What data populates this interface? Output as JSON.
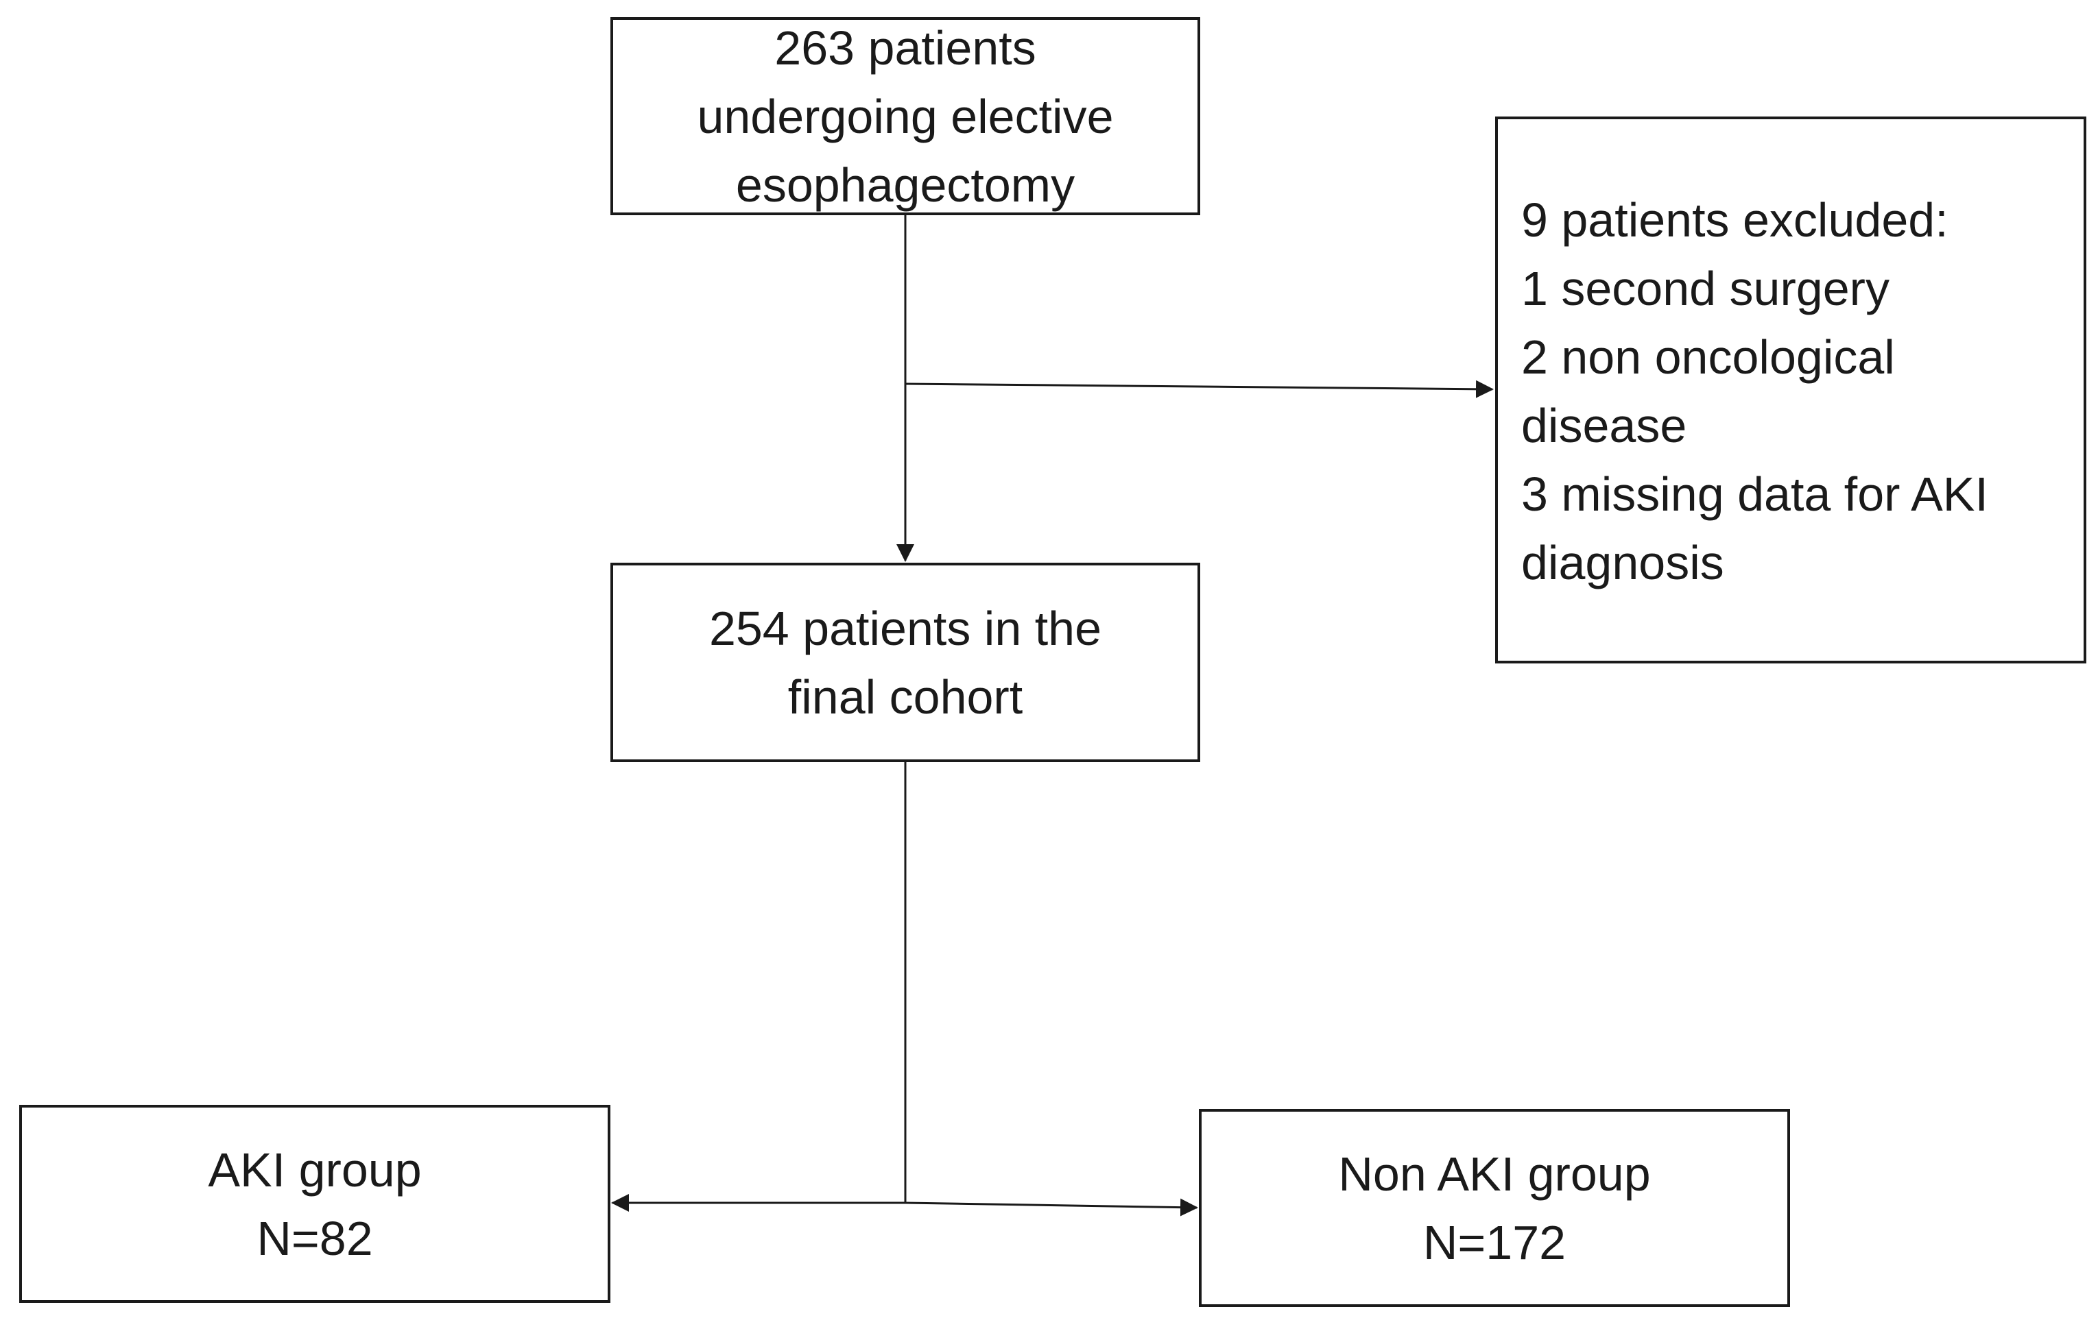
{
  "diagram": {
    "start": {
      "lines": [
        "263 patients",
        "undergoing elective",
        "esophagectomy"
      ]
    },
    "excluded": {
      "lines": [
        "9 patients excluded:",
        "1 second surgery",
        "2 non oncological",
        "disease",
        "3 missing data for AKI",
        "diagnosis"
      ]
    },
    "cohort": {
      "lines": [
        "254 patients in the",
        "final cohort"
      ]
    },
    "aki": {
      "lines": [
        "AKI group",
        "N=82"
      ]
    },
    "non_aki": {
      "lines": [
        "Non AKI group",
        "N=172"
      ]
    }
  },
  "colors": {
    "line": "#1a1a1a",
    "background": "#ffffff",
    "text": "#1a1a1a"
  }
}
